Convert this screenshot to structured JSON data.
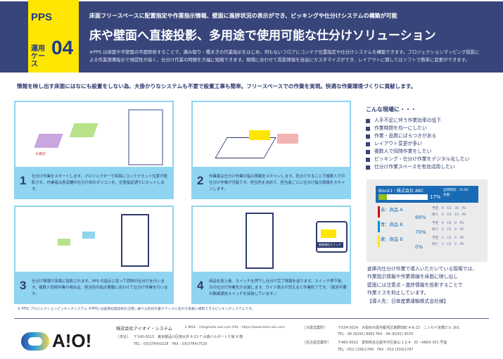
{
  "header": {
    "badge": "PPS",
    "case_label": "運用ケース",
    "case_number": "04",
    "subtitle": "床面フリースペースに配置指定や作業指示情報、壁面に進捗状況の表示ができ、ピッキングや仕分けシステムの構築が可能",
    "title": "床や壁面へ直接投影、多用途で使用可能な仕分けソリューション",
    "description": "※PPS は床面や平壁面の平面照射することで、摘み取り・種まきの作業指示をはじめ、何もないフロアにコンテナ位置指定や仕分けシステムを構築できます。プロジェクションマッピング投影による作業誘導指示で視認性が高く、仕分け作業の時間を大幅に短縮できます。現場に合わせて投影情報を自由にカスタマイズができ、レイアウトに関してはソフトで簡単に変更ができます。"
  },
  "lead": "情報を映し出す床面にはなにも設置をしない為、大掛かりなシステムも不要で設置工事も簡単。フリースペースでの作業を実現。快適な作業環境づくりに貢献します。",
  "steps": [
    {
      "number": "1",
      "text": "仕分け作業をスタートします。プロジェクターで床面にコンテナセット位置が投影され、作業者は各店舗の仕分け用のオリコンを、位置指定通りにセットします。",
      "image_label": "大森店"
    },
    {
      "number": "2",
      "text": "作業者は仕分け作業の指示情報をスキャンします。色分けすることで複数人での仕分け作業が可能です。担当色を決めて、担当者ごとに仕分け指示情報をスキャンします。"
    },
    {
      "number": "3",
      "text": "仕分け情報が床面に投影されます。PPS の指示に従って荷物の仕分けを行います。複数人同時作業の場合は、担当色の指示情報に合わせて仕分け作業を行います。"
    },
    {
      "number": "4",
      "text": "商品を投入後、スイッチを押下し仕分け完了情報を送ります。スイッチ押下後、次の仕分け作業先が点滅します。ガイド表示が消えると作業終了です。（電池不要の無線通信スイッチを採用しています。）",
      "image_label": "無線通信スイッチ"
    }
  ],
  "footnote": "※ PPS( プロジェクションピッキングシステム ®PPS) は画像処理技術を応用し様々な形状の書やラックに合わせ柔軟に複製できるピッキングシステムです。",
  "needs": {
    "heading": "こんな現場に・・・",
    "items": [
      "人手不足に伴う作業効率の低下",
      "作業時間を均一にしたい",
      "作業・品質にばらつきがある",
      "レイアウト変更が多い",
      "複数人で同時作業をしたい",
      "ピッキング・仕分け作業をデジタル化したい",
      "仕分け作業スペースを有効活用したい"
    ]
  },
  "dashboard": {
    "block": "Block1・株式会社 ABC",
    "progress": 17,
    "progress_label": "17%",
    "ship_time": "出荷時刻：15:00",
    "status": "状態：",
    "rows": [
      {
        "label": "赤：商品 A",
        "color": "#d7000f",
        "pct": "66%",
        "plan": "予定　0　CS　30　PS",
        "remain": "残り　0　CS　10　PS"
      },
      {
        "label": "青：商品 B",
        "color": "#0090d8",
        "pct": "70%",
        "plan": "予定　9　CS　0　PS",
        "remain": "残り　3　CS　0　PS"
      },
      {
        "label": "黄：商品 B",
        "color": "#ffe600",
        "pct": "0%",
        "plan": "予定　1　CS　0　PS",
        "remain": "残り　1　CS　0　PS"
      }
    ]
  },
  "case_study": [
    "倉庫内仕分け作業で導入いただいている現場では、",
    "作業指示情報や作業導線を床面に映し出し",
    "壁面には注意点・進捗情報を投影することで",
    "作業ミスを抑止しています。",
    "【導入先：日幸産業運輸株式会社様】"
  ],
  "footer": {
    "logo": "A!O!",
    "company": "株式会社アイオイ・システム",
    "contact": "E-MAIL : info@hello-aioi.com  URL : https://www.hello-aioi.com",
    "hq_label": "［本社］",
    "hq_address": "〒140-0013　東京都品川区南大井 6-22-7 大森ベルポートＥ館 9 階",
    "hq_tel": "TEL : 03(3764)0228　FAX : 03(3764)7520",
    "osaka_label": "［大阪営業所］",
    "osaka_address": "〒534-0024　大阪府大阪市都島区東野田町 4-6-22　ニッセイ京橋ビル 301",
    "osaka_tel": "TEL : 06 (6242) 8062 FAX : 06 (6242) 6570",
    "nagoya_label": "［名古屋営業所］",
    "nagoya_address": "〒460-0022　愛知県名古屋市中区金山 1-2-4　ID・AREA 301 号室",
    "nagoya_tel": "TEL : 052 (339)1766　FAX : 052 (339)1767"
  }
}
